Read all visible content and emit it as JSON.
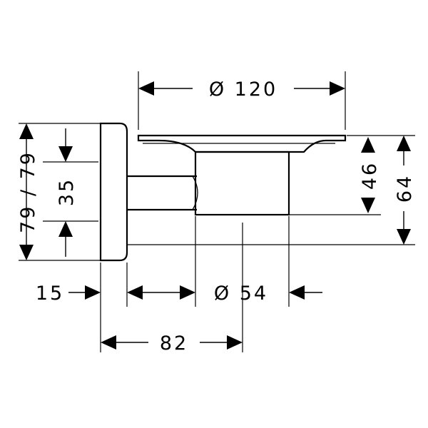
{
  "dimensions": {
    "top_diameter": "Ø 120",
    "bottom_diameter": "Ø 54",
    "wall_thickness": "15",
    "projection": "82",
    "plate_height": "79 / 79",
    "mount_spacing": "35",
    "cup_depth": "46",
    "overall_depth": "64"
  }
}
